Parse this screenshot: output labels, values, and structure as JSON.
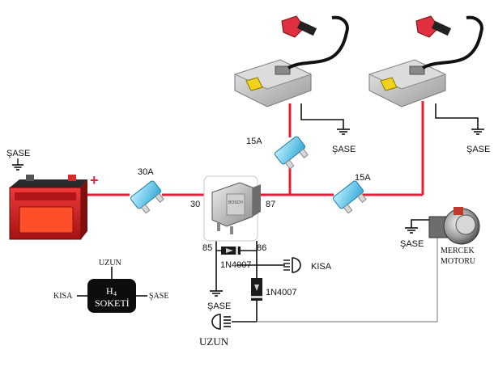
{
  "labels": {
    "battery_ground": "ŞASE",
    "battery_plus": "+",
    "fuse_main": "30A",
    "fuse_ballast": "15A",
    "fuse_motor": "15A",
    "ballast1_ground": "ŞASE",
    "ballast2_ground": "ŞASE",
    "relay_pin30": "30",
    "relay_pin87": "87",
    "relay_pin85": "85",
    "relay_pin86": "86",
    "diode1": "1N4007",
    "diode2": "1N4007",
    "kisa_lamp": "KISA",
    "relay_ground": "ŞASE",
    "uzun_lamp": "UZUN",
    "motor_ground": "ŞASE",
    "motor_name_line1": "MERCEK",
    "motor_name_line2": "MOTORU",
    "socket_top": "UZUN",
    "socket_left": "KISA",
    "socket_right": "ŞASE",
    "socket_title_h": "H",
    "socket_title_sub": "4",
    "socket_title_word": "SOKETİ",
    "relay_face_text": "BOSCH"
  },
  "colors": {
    "wire_positive": "#e0203a",
    "wire_signal": "#111111",
    "fuse_body": "#6fd0ee",
    "battery_body": "#d91e1e",
    "ballast_body": "#c9c9c9",
    "connector": "#e03040"
  },
  "icons": {
    "battery": "car-battery-icon",
    "fuse": "blade-fuse-icon",
    "relay": "automotive-relay-icon",
    "ballast": "xenon-ballast-icon",
    "ground": "ground-symbol-icon",
    "diode": "diode-icon",
    "lamp": "headlamp-icon",
    "motor": "projector-lens-motor-icon"
  }
}
